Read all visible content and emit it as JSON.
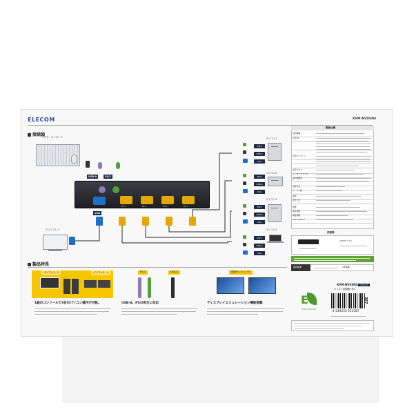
{
  "brand": {
    "logo": "ELECOM",
    "model": "KVM-NVXSN4"
  },
  "diagram": {
    "title": "接続図",
    "keyboard_label": "マウス・キーボード",
    "usb_label": "USB-A",
    "ps2_label": "PS/2",
    "display_label": "ディスプレイ",
    "vga_label": "VGA",
    "pc_labels": [
      "パソコン1",
      "パソコン2",
      "パソコン3",
      "パソコン4"
    ],
    "port_ps2": "PS/2",
    "port_usb": "USB-A",
    "port_vga": "VGA",
    "unit_ports": [
      "PC 4",
      "PC 3",
      "PC 2",
      "PC 1"
    ]
  },
  "features": {
    "title": "製品特長",
    "f1_tags": [
      "パソコン1、2",
      "パソコン3、4"
    ],
    "f1_head": "1組のコンソールで3台のパソコン操作が可能。",
    "f2_tags": [
      "PS/2",
      "USB-A"
    ],
    "f2_head": "USB-A、PS/2両方に対応",
    "f3_tag": "簡単セッティング",
    "f3_head": "ディスプレイエミュレーション機能搭載"
  },
  "spec": {
    "title": "製品仕様",
    "rows": [
      "対応機種",
      "対応OS",
      "",
      "対応キーボード",
      "",
      "",
      "対応マウス",
      "インターフェイス",
      "最大解像度",
      "",
      "切替方式",
      "ケーブル長",
      "電源",
      "外形寸法",
      "質量",
      "動作環境",
      "保証期間",
      "VCCI Class B"
    ],
    "contents_title": "内容物",
    "kvm_cable": "KVMケーブル",
    "env_title": "環境配慮",
    "env_value": "1年保証"
  },
  "package": {
    "model": "KVM-NVXSN4",
    "product_name": "パソコン切替器(4台)",
    "color": "ブラック",
    "jan": "4 549550 253387",
    "number": "387",
    "eco_label": "THINK ECOLOGY"
  },
  "colors": {
    "navy": "#1e2a44",
    "yellow": "#f7c600",
    "green": "#55a03a",
    "blue": "#1e6fc9",
    "purple": "#8f79b8"
  }
}
